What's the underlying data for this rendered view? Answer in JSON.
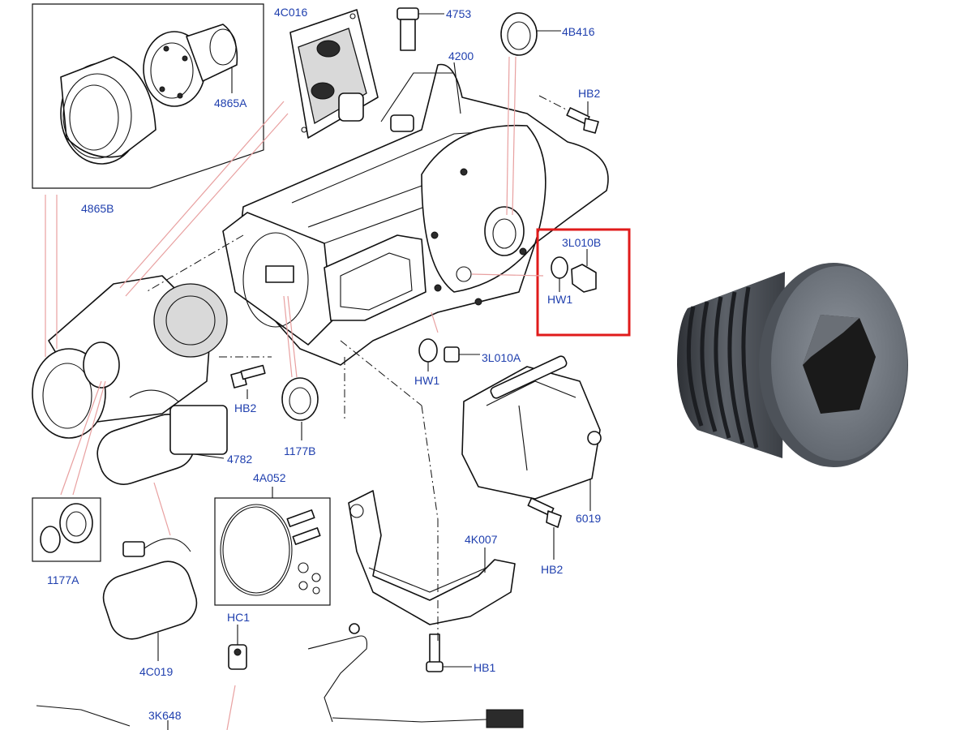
{
  "labels": {
    "p_4C016": "4C016",
    "p_4753": "4753",
    "p_4B416": "4B416",
    "p_4200": "4200",
    "p_HB2_top": "HB2",
    "p_4865A": "4865A",
    "p_4865B": "4865B",
    "p_3L010B": "3L010B",
    "p_HW1_box": "HW1",
    "p_HW1": "HW1",
    "p_3L010A": "3L010A",
    "p_HB2_mid": "HB2",
    "p_4782": "4782",
    "p_1177B": "1177B",
    "p_4A052": "4A052",
    "p_1177A": "1177A",
    "p_6019": "6019",
    "p_4K007": "4K007",
    "p_HB2_bottom": "HB2",
    "p_HC1": "HC1",
    "p_4C019": "4C019",
    "p_HB1": "HB1",
    "p_3K648": "3K648"
  },
  "highlight": {
    "color": "#e01b1b",
    "target": "3L010B"
  },
  "colors": {
    "label": "#1f3fae",
    "leader": "#e8a0a0",
    "line": "#111111",
    "plug_photo": "#5c6168"
  },
  "photo": {
    "icon": "hex-socket-drain-plug-icon"
  }
}
